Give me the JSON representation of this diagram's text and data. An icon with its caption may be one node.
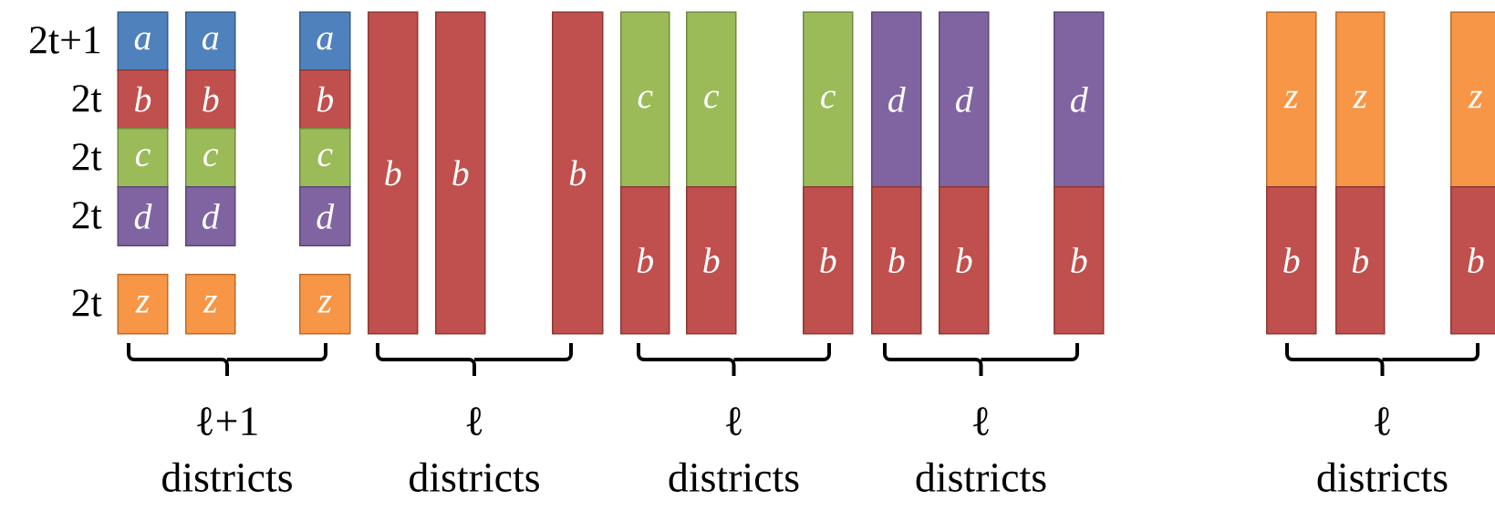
{
  "diagram": {
    "nodes": [
      {
        "text": [
          "a"
        ]
      },
      {
        "text": [
          "b"
        ]
      },
      {
        "text": [
          "c"
        ]
      },
      {
        "text": [
          "d"
        ]
      },
      {
        "text": [
          "z"
        ]
      },
      {
        "text": [
          "a"
        ]
      },
      {
        "text": [
          "b"
        ]
      },
      {
        "text": [
          "c"
        ]
      },
      {
        "text": [
          "d"
        ]
      },
      {
        "text": [
          "z"
        ]
      },
      {
        "text": [
          "a"
        ]
      },
      {
        "text": [
          "b"
        ]
      },
      {
        "text": [
          "c"
        ]
      },
      {
        "text": [
          "d"
        ]
      },
      {
        "text": [
          "z"
        ]
      },
      {
        "text": [
          "b"
        ]
      },
      {
        "text": [
          "b"
        ]
      },
      {
        "text": [
          "b"
        ]
      },
      {
        "text": [
          "c"
        ]
      },
      {
        "text": [
          "b"
        ]
      },
      {
        "text": [
          "c"
        ]
      },
      {
        "text": [
          "b"
        ]
      },
      {
        "text": [
          "c"
        ]
      },
      {
        "text": [
          "b"
        ]
      },
      {
        "text": [
          "d"
        ]
      },
      {
        "text": [
          "b"
        ]
      },
      {
        "text": [
          "d"
        ]
      },
      {
        "text": [
          "b"
        ]
      },
      {
        "text": [
          "d"
        ]
      },
      {
        "text": [
          "b"
        ]
      },
      {
        "text": [
          "z"
        ]
      },
      {
        "text": [
          "b"
        ]
      },
      {
        "text": [
          "z"
        ]
      },
      {
        "text": [
          "b"
        ]
      },
      {
        "text": [
          "z"
        ]
      },
      {
        "text": [
          "b"
        ]
      }
    ],
    "edges": [],
    "labels": [
      "2t+1",
      "2t",
      "2t",
      "2t",
      "2t",
      "ℓ+1 districts",
      "ℓ districts",
      "ℓ districts",
      "ℓ districts",
      "ℓ districts"
    ]
  }
}
